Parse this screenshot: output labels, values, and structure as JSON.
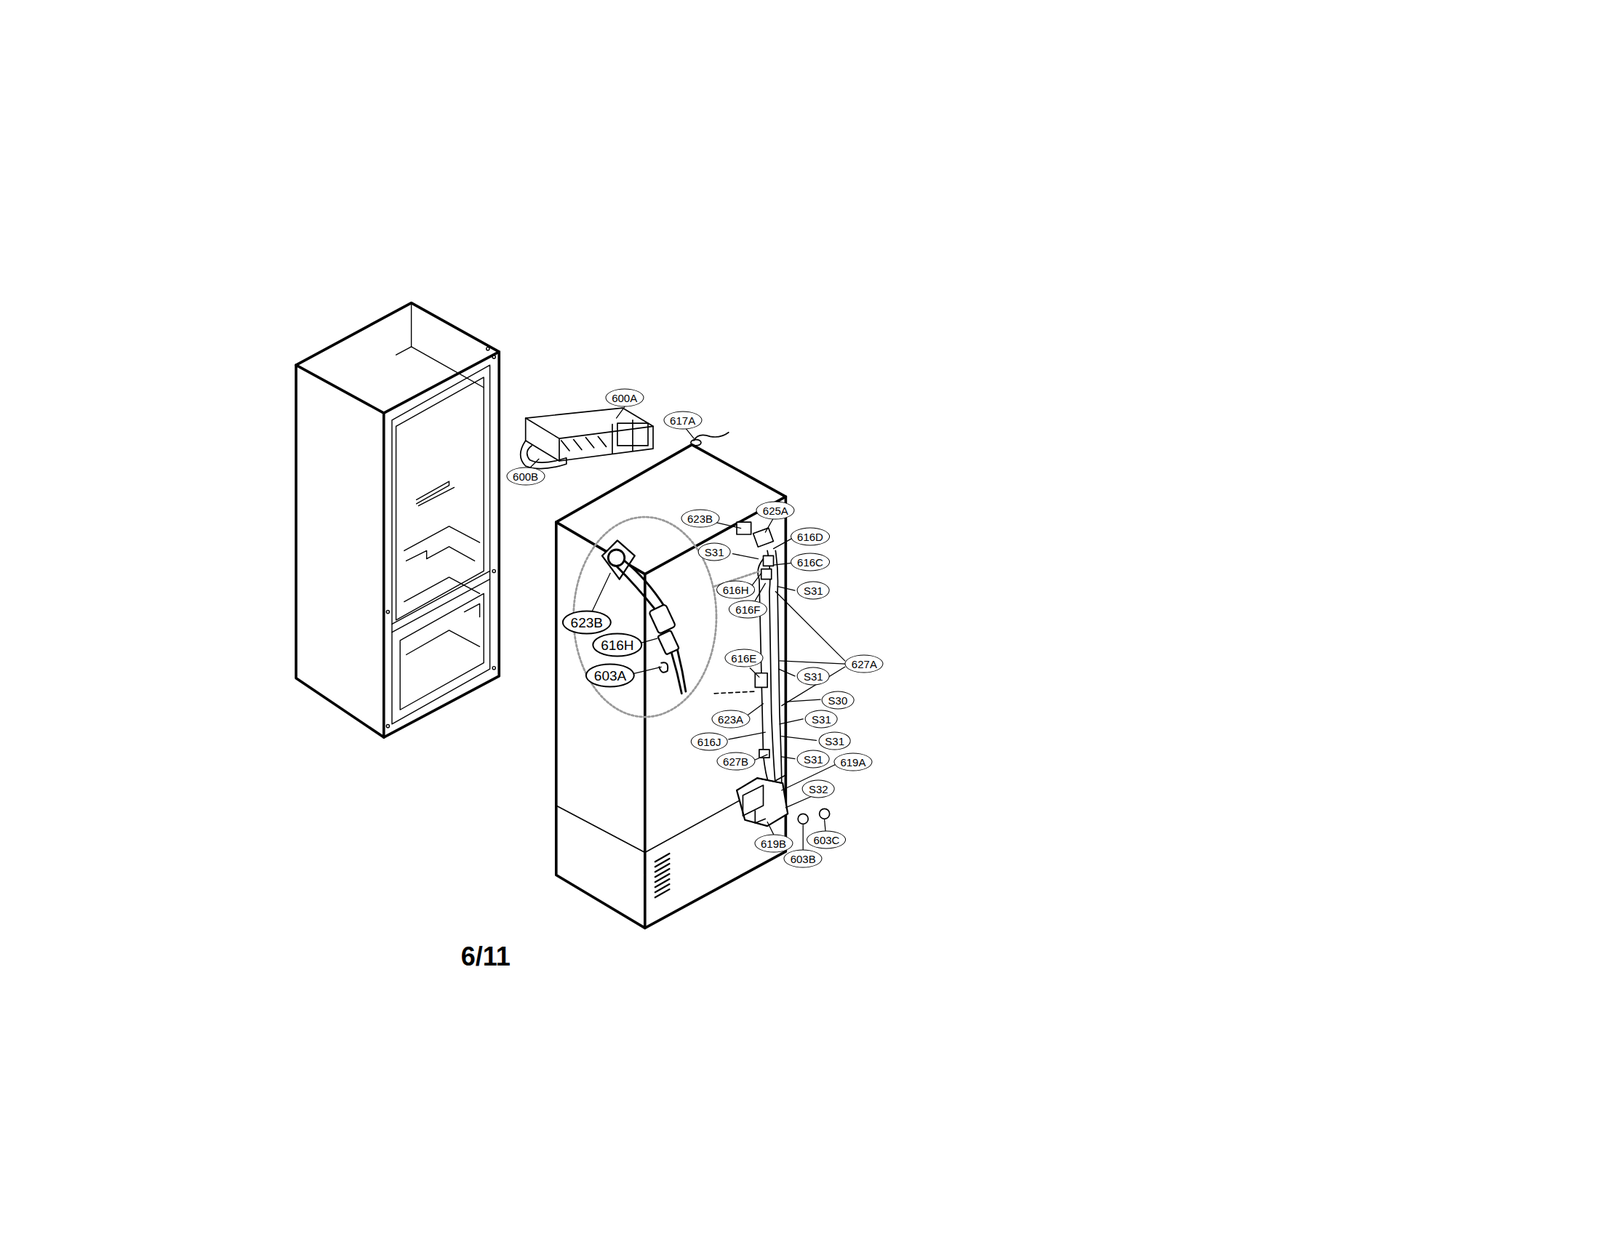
{
  "diagram": {
    "labels": [
      "600A",
      "617A",
      "600B",
      "623B",
      "625A",
      "616D",
      "S31",
      "616C",
      "616H",
      "S31",
      "616F",
      "623B",
      "616H",
      "627A",
      "616E",
      "S31",
      "603A",
      "S30",
      "623A",
      "S31",
      "616J",
      "S31",
      "627B",
      "S31",
      "619A",
      "S32",
      "619B",
      "603C",
      "603B",
      "6/11"
    ]
  }
}
